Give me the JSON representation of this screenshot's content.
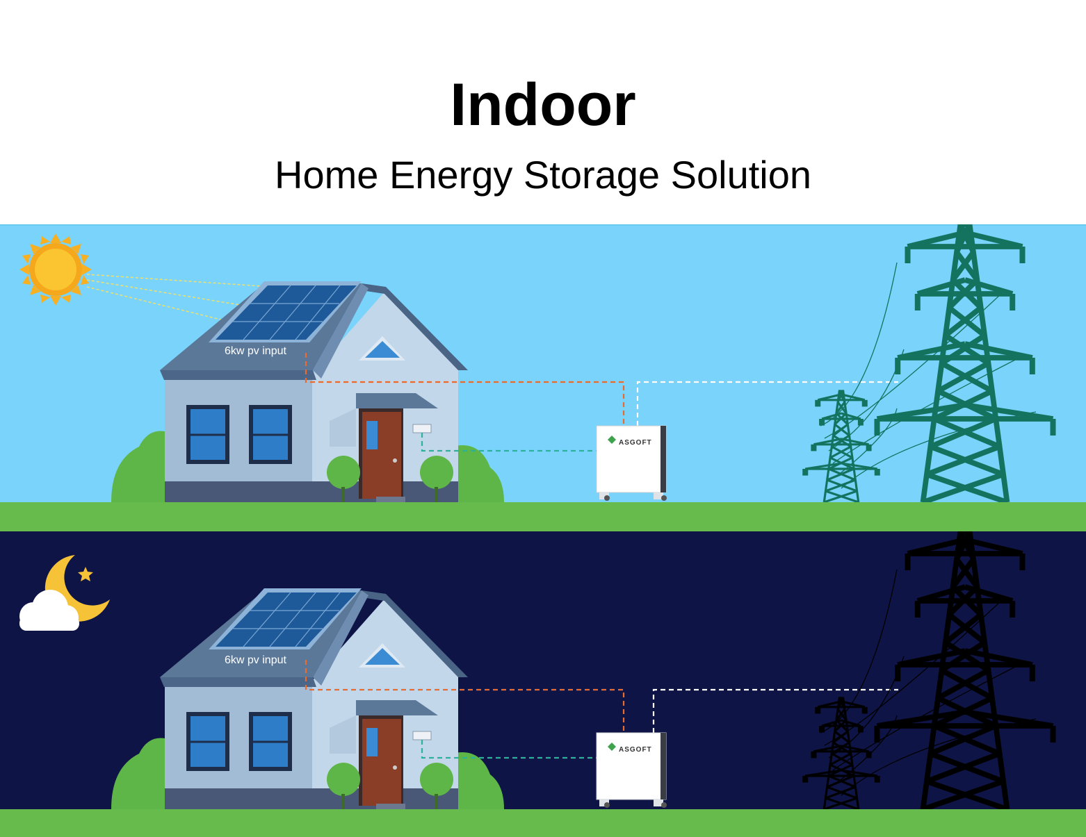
{
  "header": {
    "title": "Indoor",
    "subtitle": "Home Energy Storage Solution"
  },
  "day_scene": {
    "pv_label": "6kw pv input",
    "battery_brand": "ASGOFT",
    "sky_color": "#79d3fa",
    "ground_color": "#66bb4c",
    "icon": "sun-icon"
  },
  "night_scene": {
    "pv_label": "6kw pv input",
    "battery_brand": "ASGOFT",
    "sky_color": "#0f1446",
    "ground_color": "#66bb4c",
    "icon": "moon-cloud-icon"
  },
  "colors": {
    "pv_line": "#ea6b2e",
    "grid_line": "#ffffff",
    "load_line": "#2bb39a",
    "tower_day": "#13735f",
    "tower_night": "#000000"
  }
}
